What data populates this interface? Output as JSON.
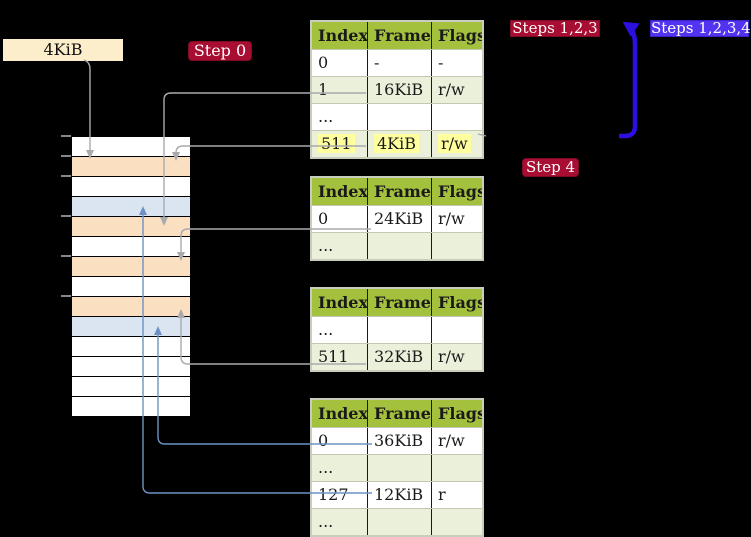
{
  "label_4kib": "4KiB",
  "badges": {
    "step0": "Step 0",
    "steps123": "Steps 1,2,3",
    "steps1234": "Steps 1,2,3,4",
    "step4": "Step 4"
  },
  "memory": {
    "rows": [
      "white",
      "orange",
      "white",
      "blue",
      "orange",
      "white",
      "orange",
      "white",
      "orange",
      "blue",
      "white",
      "white",
      "white",
      "white"
    ],
    "ticks": [
      136,
      156,
      176,
      216,
      256,
      296
    ]
  },
  "tables": [
    {
      "name": "page-table-1",
      "headers": [
        "Index",
        "Frame",
        "Flags"
      ],
      "rows": [
        [
          "0",
          "-",
          "-"
        ],
        [
          "1",
          "16KiB",
          "r/w"
        ],
        [
          "...",
          "",
          ""
        ],
        [
          "511",
          "4KiB",
          "r/w"
        ]
      ],
      "highlight_row": 3
    },
    {
      "name": "page-table-2",
      "headers": [
        "Index",
        "Frame",
        "Flags"
      ],
      "rows": [
        [
          "0",
          "24KiB",
          "r/w"
        ],
        [
          "...",
          "",
          ""
        ]
      ],
      "highlight_row": null
    },
    {
      "name": "page-table-3",
      "headers": [
        "Index",
        "Frame",
        "Flags"
      ],
      "rows": [
        [
          "...",
          "",
          ""
        ],
        [
          "511",
          "32KiB",
          "r/w"
        ]
      ],
      "highlight_row": null
    },
    {
      "name": "page-table-4",
      "headers": [
        "Index",
        "Frame",
        "Flags"
      ],
      "rows": [
        [
          "0",
          "36KiB",
          "r/w"
        ],
        [
          "...",
          "",
          ""
        ],
        [
          "127",
          "12KiB",
          "r"
        ],
        [
          "...",
          "",
          ""
        ]
      ],
      "highlight_row": null
    }
  ],
  "colors": {
    "background": "#000000",
    "badge_red": "#a80d32",
    "badge_blue": "#5233f1",
    "restart_arrow_blue": "#2b10e0",
    "connector_gray": "#a8aaad",
    "connector_blue": "#6e92c5",
    "table_header_green": "#a4c13e",
    "table_row_green": "#eaf0da",
    "memory_orange": "#fbdfc1",
    "memory_blue": "#dbe5f2",
    "highlight_yellow": "#ffff9d",
    "label_wheat": "#fcedcb"
  }
}
